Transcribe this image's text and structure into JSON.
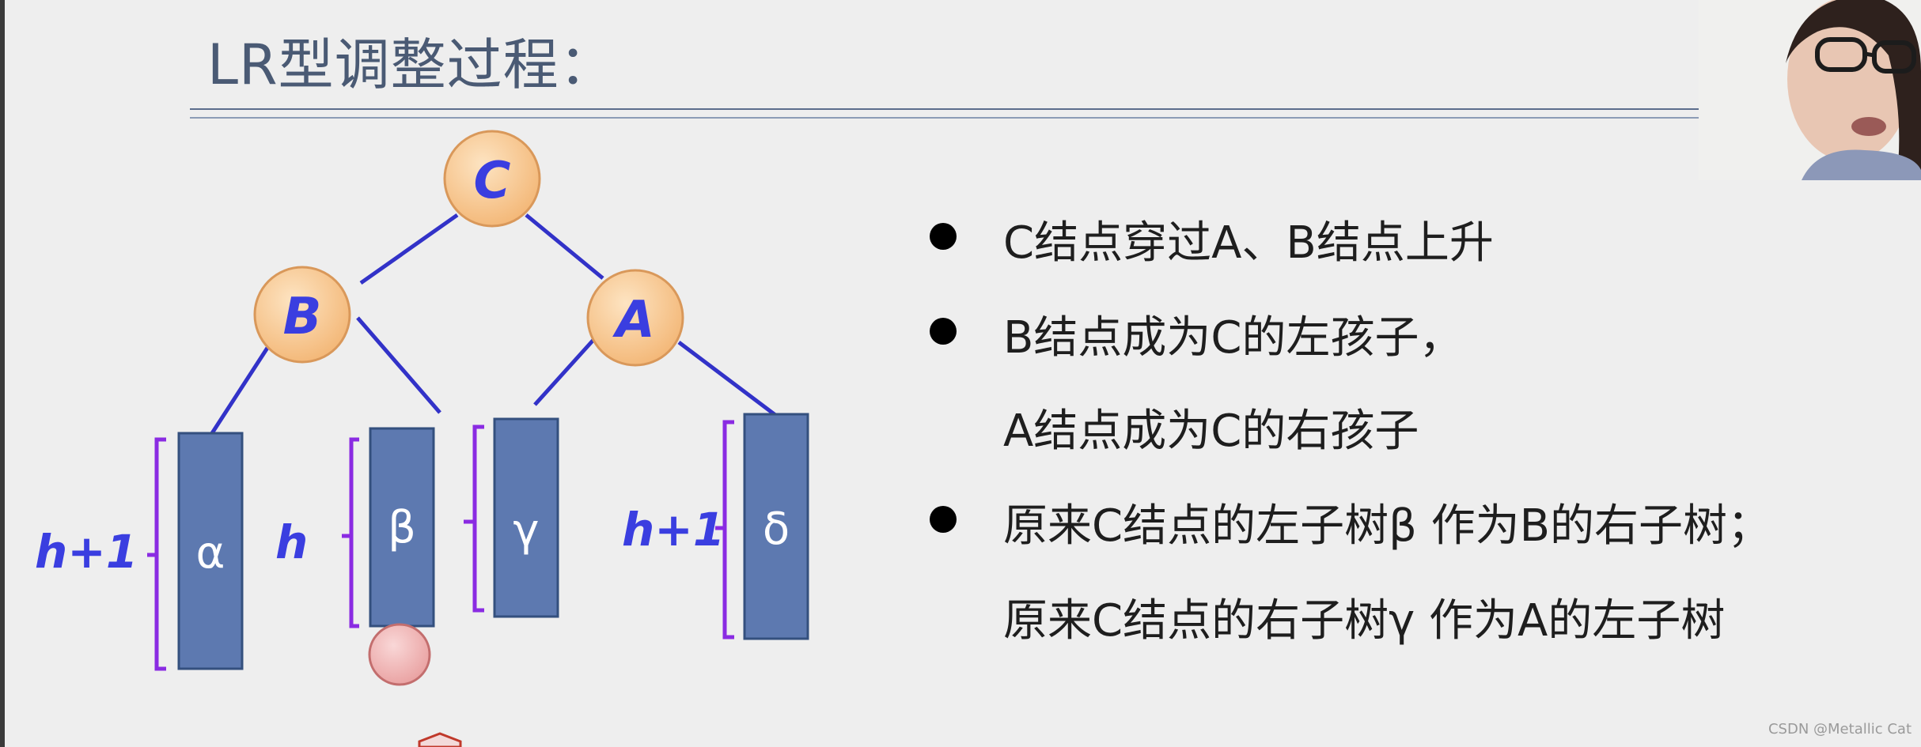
{
  "slide": {
    "title": "LR型调整过程：",
    "nodes": [
      {
        "id": "C",
        "label": "C"
      },
      {
        "id": "B",
        "label": "B"
      },
      {
        "id": "A",
        "label": "A"
      }
    ],
    "subtrees": [
      {
        "id": "alpha",
        "label": "α",
        "height_label": "h+1"
      },
      {
        "id": "beta",
        "label": "β",
        "height_label": "h"
      },
      {
        "id": "gamma",
        "label": "γ",
        "height_label": ""
      },
      {
        "id": "delta",
        "label": "δ",
        "height_label": "h+1"
      }
    ],
    "bullets": [
      {
        "lines": [
          "C结点穿过A、B结点上升"
        ]
      },
      {
        "lines": [
          "B结点成为C的左孩子，",
          "A结点成为C的右孩子"
        ]
      },
      {
        "lines": [
          "原来C结点的左子树β 作为B的右子树；",
          "原来C结点的右子树γ 作为A的左子树"
        ]
      }
    ],
    "colors": {
      "node_fill": "#f6c98e",
      "node_stroke": "#d9985a",
      "node_text": "#3a3ee0",
      "edge": "#3232c8",
      "subtree_fill": "#5d79b0",
      "subtree_stroke": "#34507e",
      "bracket": "#8a2be2",
      "height_text": "#3a3ee0",
      "inserted_node": "#f0b8b8"
    }
  },
  "watermark": "CSDN @Metallic Cat"
}
